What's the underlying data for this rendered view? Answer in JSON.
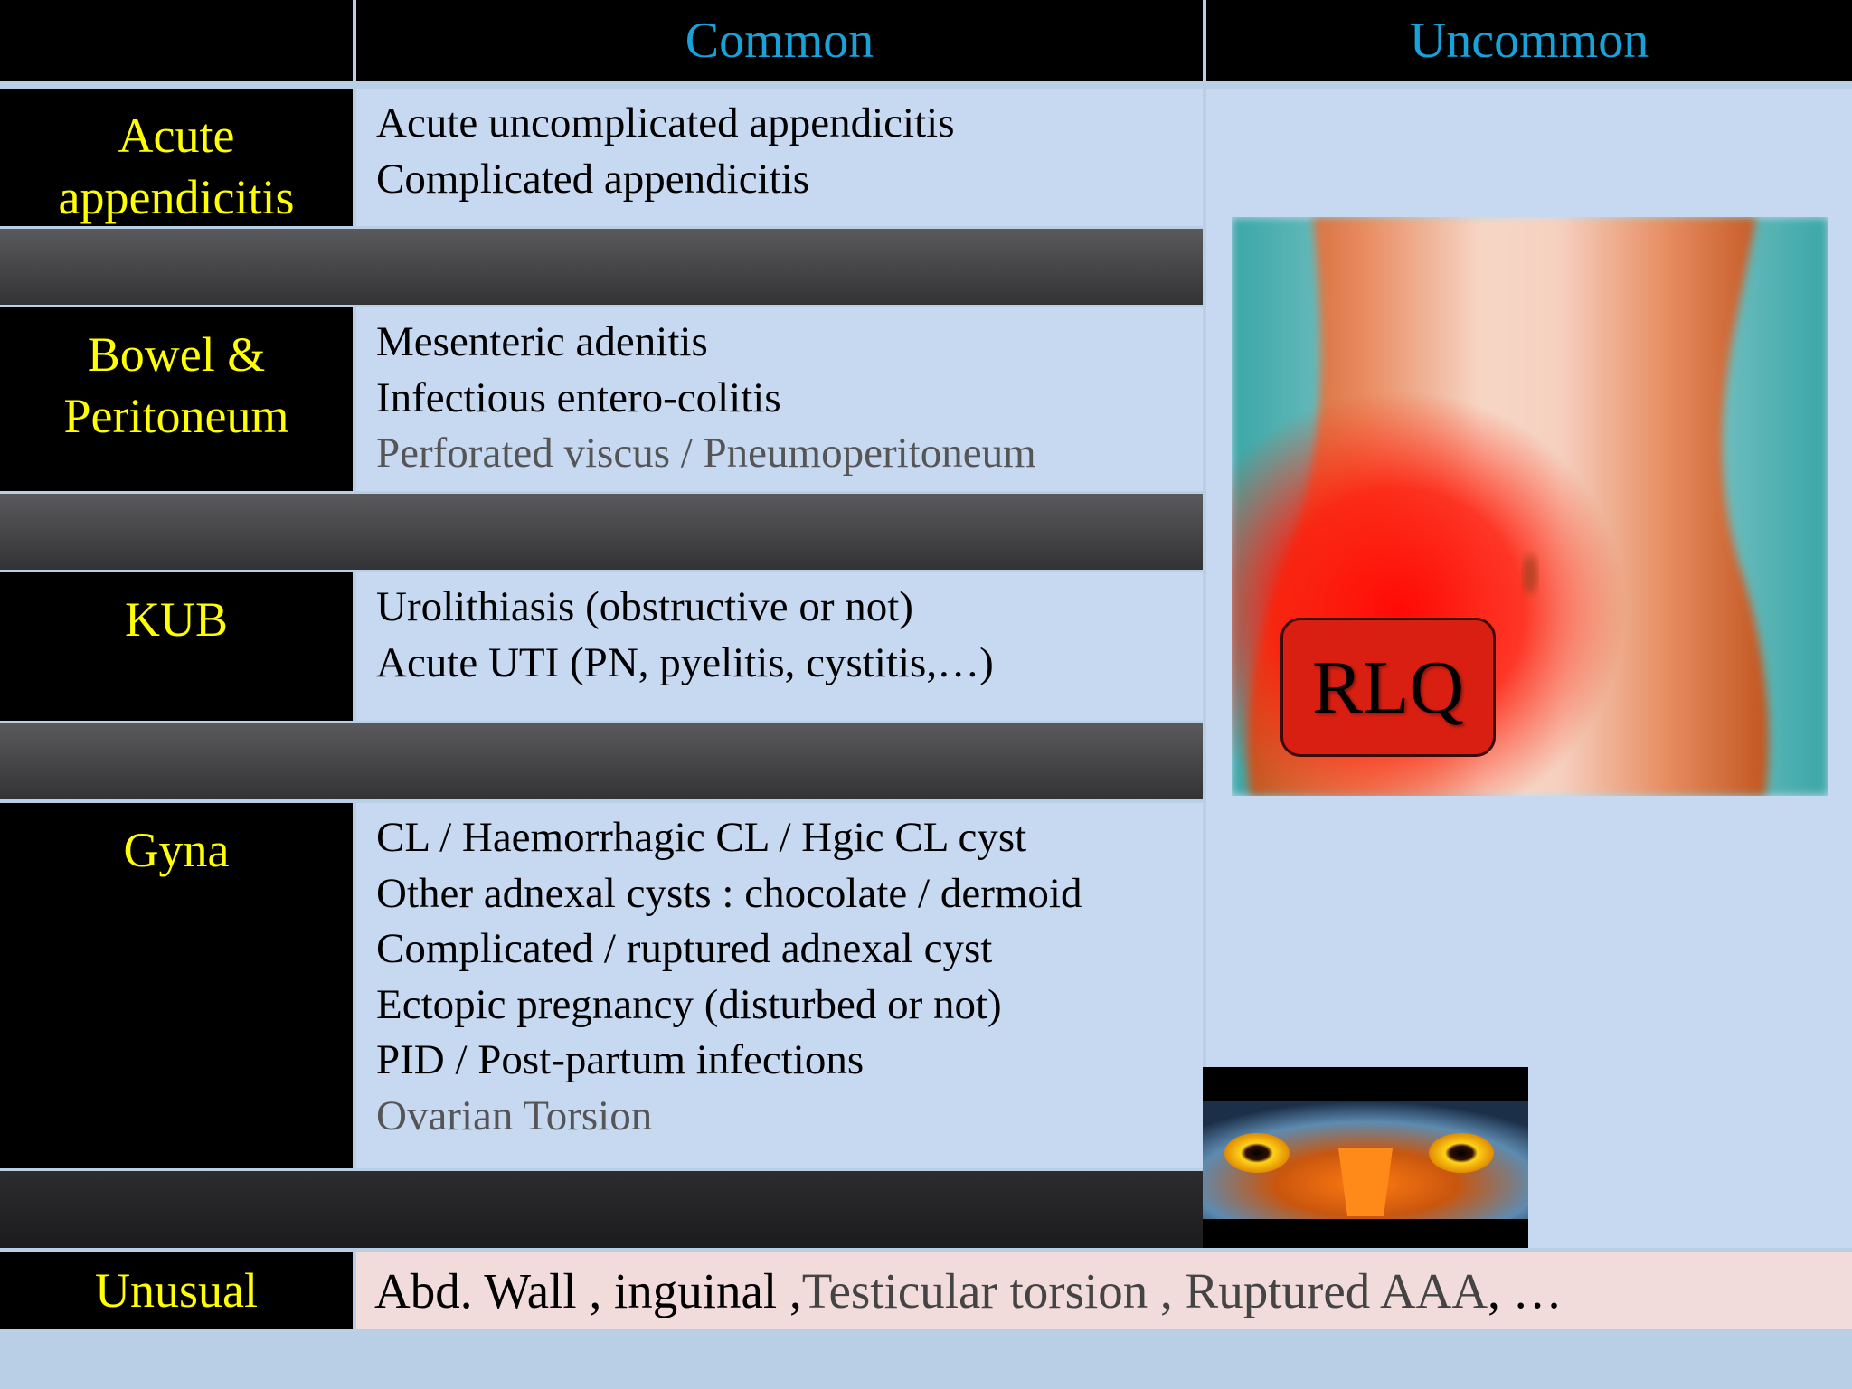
{
  "header": {
    "common": "Common",
    "uncommon": "Uncommon"
  },
  "rows": {
    "acute_appendicitis": {
      "label_line1": "Acute",
      "label_line2": "appendicitis",
      "items": [
        "Acute uncomplicated appendicitis",
        "Complicated appendicitis"
      ]
    },
    "bowel_peritoneum": {
      "label_line1": "Bowel &",
      "label_line2": "Peritoneum",
      "items": [
        "Mesenteric adenitis",
        "Infectious entero-colitis"
      ],
      "muted_item": "Perforated viscus / Pneumoperitoneum"
    },
    "kub": {
      "label": "KUB",
      "items": [
        "Urolithiasis (obstructive or not)",
        "Acute UTI (PN, pyelitis, cystitis,…)"
      ]
    },
    "gyna": {
      "label": "Gyna",
      "items": [
        "CL / Haemorrhagic CL / Hgic CL cyst",
        "Other adnexal cysts : chocolate / dermoid",
        "Complicated / ruptured adnexal cyst",
        "Ectopic pregnancy (disturbed or not)",
        "PID / Post-partum infections"
      ],
      "muted_item": "Ovarian Torsion"
    },
    "unusual": {
      "label": "Unusual",
      "part1": "Abd. Wall , inguinal , ",
      "part2": "Testicular torsion , Ruptured AAA",
      "part3": " , …"
    }
  },
  "illustration": {
    "rlq_label": "RLQ",
    "torso_icon": "abdomen-torso-illustration",
    "eagle_icon": "eagle-eyes-photo"
  },
  "colors": {
    "header_text": "#17a3d9",
    "category_text": "#ffff00",
    "common_bg": "#c6d9f1",
    "unusual_bg": "#f2dcdb",
    "rlq_red": "#d81f12"
  }
}
